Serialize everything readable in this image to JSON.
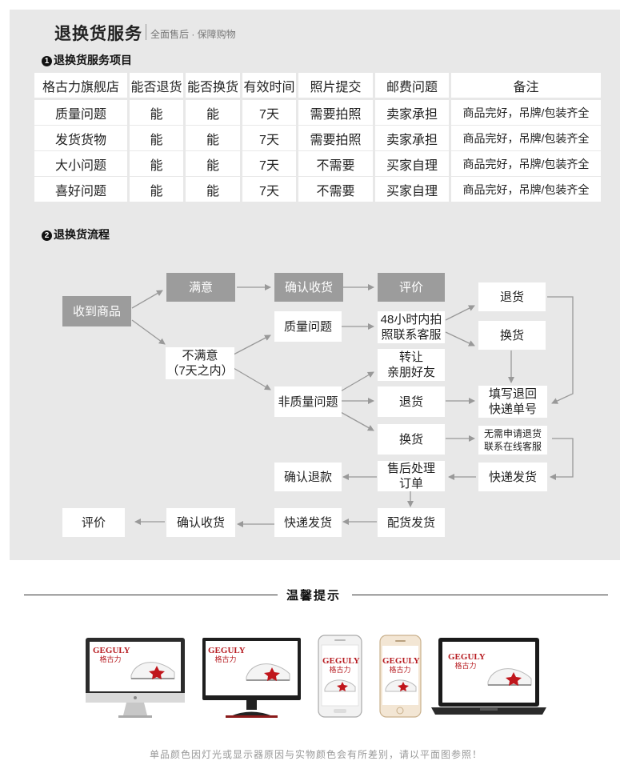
{
  "header": {
    "title": "退换货服务",
    "subtitle": "全面售后 · 保障购物"
  },
  "section1": {
    "num": "1",
    "label": "退换货服务项目"
  },
  "section2": {
    "num": "2",
    "label": "退换货流程"
  },
  "table": {
    "headers": [
      "格古力旗舰店",
      "能否退货",
      "能否换货",
      "有效时间",
      "照片提交",
      "邮费问题",
      "备注"
    ],
    "rows": [
      [
        "质量问题",
        "能",
        "能",
        "7天",
        "需要拍照",
        "卖家承担",
        "商品完好，吊牌/包装齐全"
      ],
      [
        "发货货物",
        "能",
        "能",
        "7天",
        "需要拍照",
        "卖家承担",
        "商品完好，吊牌/包装齐全"
      ],
      [
        "大小问题",
        "能",
        "能",
        "7天",
        "不需要",
        "买家自理",
        "商品完好，吊牌/包装齐全"
      ],
      [
        "喜好问题",
        "能",
        "能",
        "7天",
        "不需要",
        "买家自理",
        "商品完好，吊牌/包装齐全"
      ]
    ]
  },
  "flow": {
    "received": "收到商品",
    "satisfied": "满意",
    "confirm_receipt_top": "确认收货",
    "review_top": "评价",
    "unsatisfied_line1": "不满意",
    "unsatisfied_line2": "（7天之内）",
    "quality_issue": "质量问题",
    "contact_line1": "48小时内拍",
    "contact_line2": "照联系客服",
    "return_top": "退货",
    "exchange_top": "换货",
    "transfer_line1": "转让",
    "transfer_line2": "亲朋好友",
    "non_quality": "非质量问题",
    "return_mid": "退货",
    "fill_line1": "填写退回",
    "fill_line2": "快递单号",
    "exchange_mid": "换货",
    "noapply_line1": "无需申请退货",
    "noapply_line2": "联系在线客服",
    "confirm_refund": "确认退款",
    "aftersale_line1": "售后处理",
    "aftersale_line2": "订单",
    "ship_right": "快递发货",
    "review_bottom": "评价",
    "confirm_receipt_bottom": "确认收货",
    "ship_bottom": "快递发货",
    "dispatch": "配货发货"
  },
  "tips": {
    "title": "温馨提示",
    "note": "单品颜色因灯光或显示器原因与实物颜色会有所差别，请以平面图参照！"
  },
  "devices": {
    "brand": "GEGULY",
    "brand_cn": "格古力",
    "names": [
      "imac-device",
      "monitor-device",
      "white-phone-device",
      "gold-phone-device",
      "laptop-device"
    ]
  },
  "colors": {
    "panel": "#e8e8e8",
    "gray_box": "#9c9c9c",
    "brand_red": "#b61a1f",
    "arrow": "#999999"
  }
}
